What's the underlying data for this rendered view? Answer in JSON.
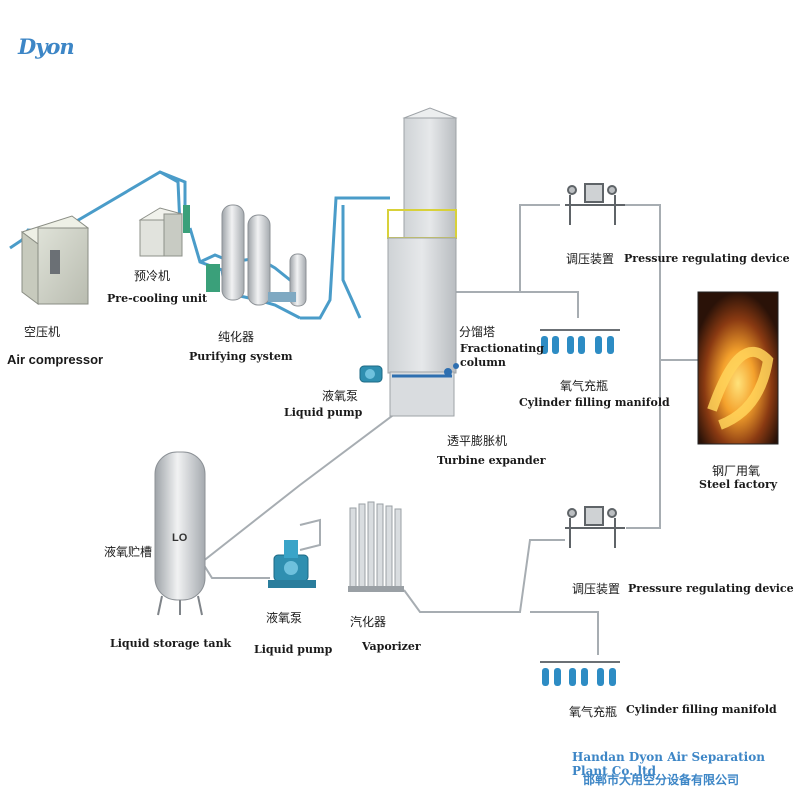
{
  "logo": {
    "text": "Dyon"
  },
  "colors": {
    "brand": "#3d86c6",
    "pipe": "#4a9cc9",
    "steel_orange": "#f2a23a"
  },
  "labels": {
    "air_compressor_cn": "空压机",
    "air_compressor_en": "Air compressor",
    "precooling_cn": "预冷机",
    "precooling_en": "Pre-cooling unit",
    "purifying_cn": "纯化器",
    "purifying_en": "Purifying system",
    "liquid_pump_top_cn": "液氧泵",
    "liquid_pump_top_en": "Liquid pump",
    "column_cn": "分馏塔",
    "column_en_1": "Fractionating",
    "column_en_2": "column",
    "turbine_cn": "透平膨胀机",
    "turbine_en": "Turbine expander",
    "pressure_top_cn": "调压装置",
    "pressure_top_en": "Pressure regulating device",
    "cylinder_top_cn": "氧气充瓶",
    "cylinder_top_en": "Cylinder filling manifold",
    "steel_cn": "钢厂用氧",
    "steel_en": "Steel factory",
    "storage_cn": "液氧贮槽",
    "storage_en": "Liquid storage tank",
    "tank_mark": "LO",
    "liquid_pump_bottom_cn": "液氧泵",
    "liquid_pump_bottom_en": "Liquid pump",
    "vaporizer_cn": "汽化器",
    "vaporizer_en": "Vaporizer",
    "pressure_bottom_cn": "调压装置",
    "pressure_bottom_en": "Pressure regulating device",
    "cylinder_bottom_cn": "氧气充瓶",
    "cylinder_bottom_en": "Cylinder filling manifold"
  },
  "footer": {
    "company_en": "Handan Dyon Air Separation Plant Co.,ltd",
    "company_cn": "邯郸市大用空分设备有限公司"
  }
}
